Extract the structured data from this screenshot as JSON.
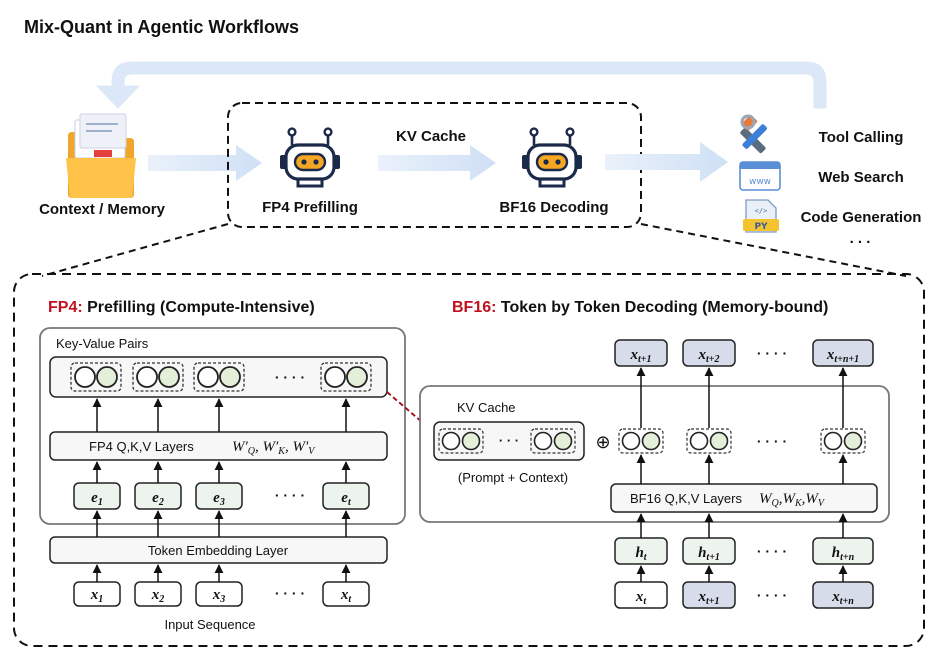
{
  "title": "Mix-Quant in Agentic Workflows",
  "top": {
    "context_label": "Context / Memory",
    "kv_cache_label": "KV Cache",
    "fp4_prefill_label": "FP4 Prefilling",
    "bf16_decode_label": "BF16 Decoding",
    "tools": [
      {
        "label": "Tool Calling",
        "icon": "tools-icon"
      },
      {
        "label": "Web Search",
        "icon": "browser-www-icon"
      },
      {
        "label": "Code Generation",
        "icon": "python-file-icon"
      }
    ],
    "tools_more": ". . ."
  },
  "fp4_panel": {
    "title_tag": "FP4:",
    "title_rest": " Prefilling (Compute-Intensive)",
    "kv_pairs_label": "Key-Value Pairs",
    "qkv_label": "FP4 Q,K,V Layers",
    "qkv_weights": "W′Q, W′K, W′V",
    "embeddings": [
      "e1",
      "e2",
      "e3",
      "et"
    ],
    "embedding_layer_label": "Token Embedding Layer",
    "inputs": [
      "x1",
      "x2",
      "x3",
      "xt"
    ],
    "ellipsis": "· · · ·",
    "input_sequence_label": "Input Sequence",
    "accent_color": "#c0111f"
  },
  "bf16_panel": {
    "title_tag": "BF16:",
    "title_rest": " Token by Token Decoding (Memory-bound)",
    "kv_cache_label": "KV Cache",
    "kv_cache_note": "(Prompt + Context)",
    "plus_symbol": "⊕",
    "qkv_label": "BF16 Q,K,V Layers",
    "qkv_weights": "WQ,WK,WV",
    "outputs": [
      "xt+1",
      "xt+2",
      "xt+n+1"
    ],
    "hidden": [
      "ht",
      "ht+1",
      "ht+n"
    ],
    "inputs": [
      "xt",
      "xt+1",
      "xt+n"
    ],
    "ellipsis": "· · · ·",
    "accent_color": "#c0111f"
  },
  "colors": {
    "arrow_fill": "#dce8f7",
    "embed_box": "#edf4ee",
    "token_box_shaded": "#d6dcea",
    "circle_white": "#ffffff",
    "circle_green": "#e4efd9"
  }
}
